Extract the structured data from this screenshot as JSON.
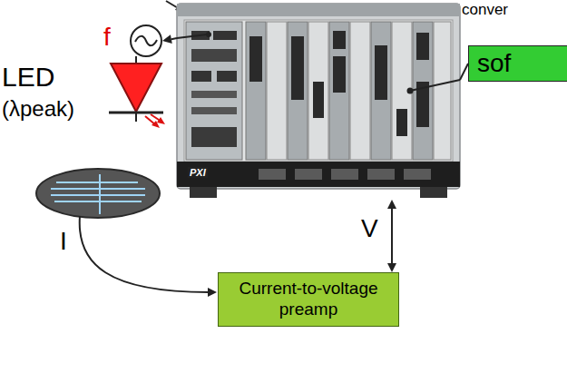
{
  "diagram": {
    "nodes": [
      {
        "text": [
          "f"
        ]
      },
      {
        "text": [
          "PXI"
        ]
      },
      {
        "text": [
          "sof"
        ]
      },
      {
        "text": [
          "Current-to-voltage preamp"
        ]
      }
    ],
    "edges": [
      {
        "from": 1,
        "to": 0,
        "arrow": "to"
      },
      {
        "from": 1,
        "to": 2,
        "arrow": "none"
      },
      {
        "from": 3,
        "to": 1,
        "arrow": "both",
        "label": "V"
      }
    ],
    "labels": [
      "conver",
      "LED",
      "(λpeak)",
      "I"
    ]
  }
}
